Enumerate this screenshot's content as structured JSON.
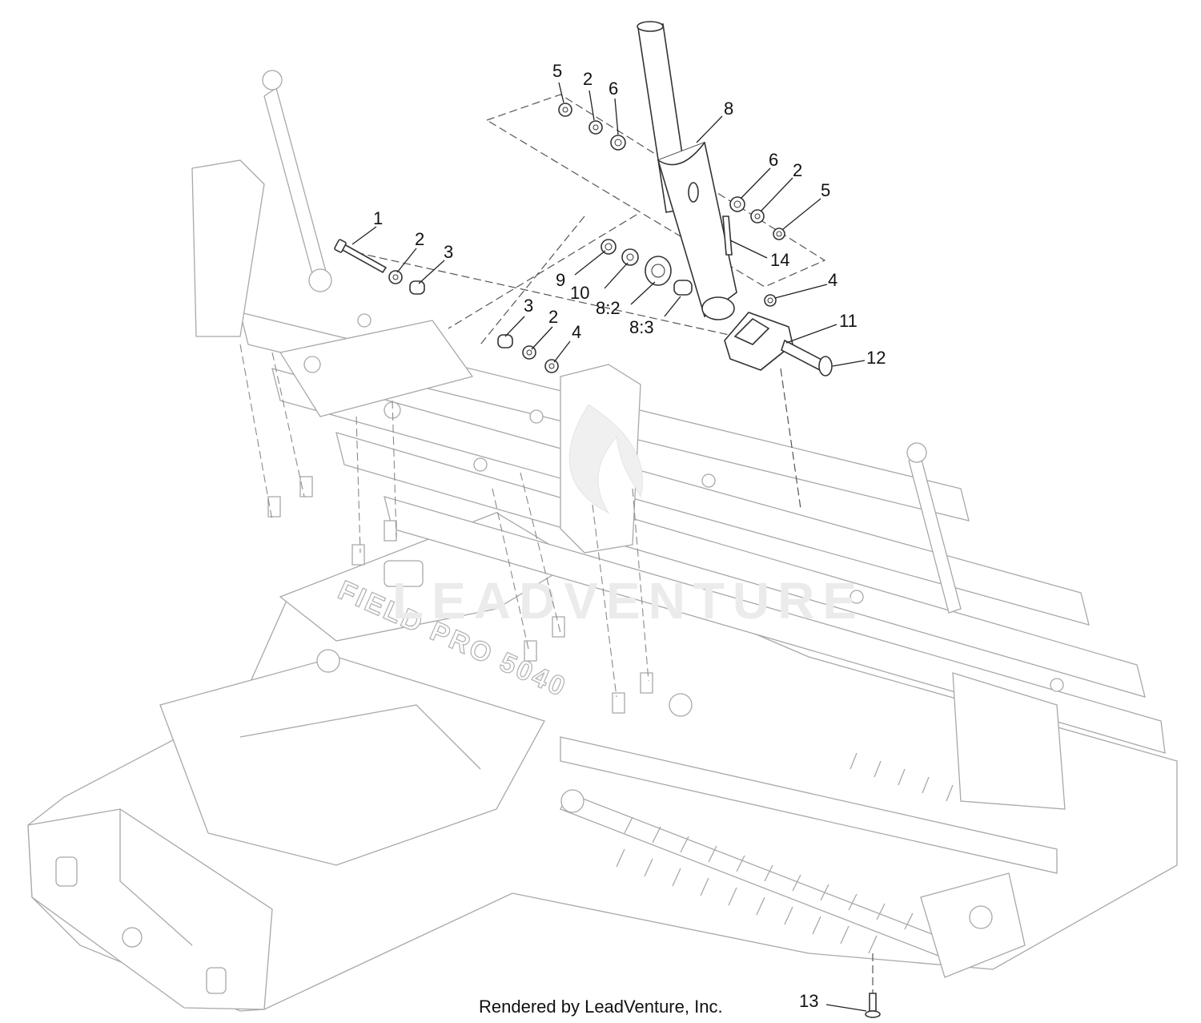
{
  "diagram": {
    "brand_marking": "FIELD PRO 5040",
    "watermark": "LEADVENTURE",
    "credit": "Rendered by LeadVenture, Inc.",
    "callouts": [
      {
        "id": "c-5a",
        "label": "5"
      },
      {
        "id": "c-2a",
        "label": "2"
      },
      {
        "id": "c-6a",
        "label": "6"
      },
      {
        "id": "c-8",
        "label": "8"
      },
      {
        "id": "c-6b",
        "label": "6"
      },
      {
        "id": "c-2b",
        "label": "2"
      },
      {
        "id": "c-5b",
        "label": "5"
      },
      {
        "id": "c-14",
        "label": "14"
      },
      {
        "id": "c-1",
        "label": "1"
      },
      {
        "id": "c-2c",
        "label": "2"
      },
      {
        "id": "c-3a",
        "label": "3"
      },
      {
        "id": "c-9",
        "label": "9"
      },
      {
        "id": "c-10",
        "label": "10"
      },
      {
        "id": "c-8-2",
        "label": "8:2"
      },
      {
        "id": "c-8-3",
        "label": "8:3"
      },
      {
        "id": "c-4a",
        "label": "4"
      },
      {
        "id": "c-11",
        "label": "11"
      },
      {
        "id": "c-12",
        "label": "12"
      },
      {
        "id": "c-3b",
        "label": "3"
      },
      {
        "id": "c-2d",
        "label": "2"
      },
      {
        "id": "c-4b",
        "label": "4"
      },
      {
        "id": "c-13",
        "label": "13"
      }
    ]
  }
}
